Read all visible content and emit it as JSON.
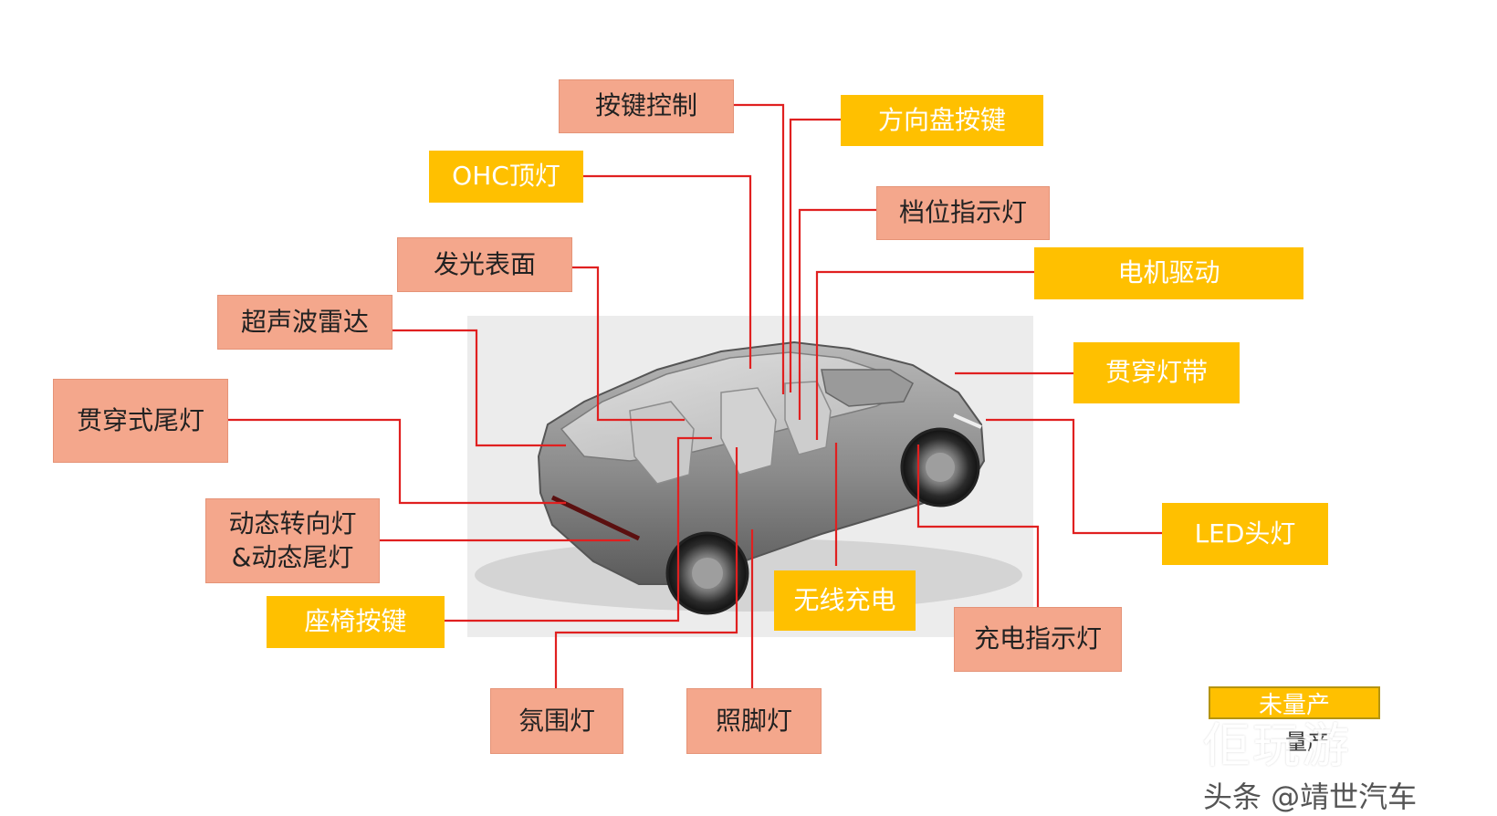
{
  "labels": {
    "anjian_kongzhi": "按键控制",
    "fangxiangpan": "方向盘按键",
    "ohc": "OHC顶灯",
    "dangwei": "档位指示灯",
    "faguang": "发光表面",
    "dianji": "电机驱动",
    "chaosheng": "超声波雷达",
    "guanchuan_dengdai": "贯穿灯带",
    "weideng": "贯穿式尾灯",
    "led": "LED头灯",
    "dongtai_1": "动态转向灯",
    "dongtai_2": "&动态尾灯",
    "wuxian": "无线充电",
    "zuoyi": "座椅按键",
    "chongdian": "充电指示灯",
    "fenwei": "氛围灯",
    "zhaojiao": "照脚灯"
  },
  "legend": {
    "unproduced": "未量产",
    "produced": "量产"
  },
  "watermark": {
    "line1": "佢玩游",
    "line2": "头条 @靖世汽车"
  },
  "colors": {
    "mass_produced_box": "#f4a78c",
    "not_mass_produced_box": "#ffc000",
    "leader_line": "#e02020"
  }
}
